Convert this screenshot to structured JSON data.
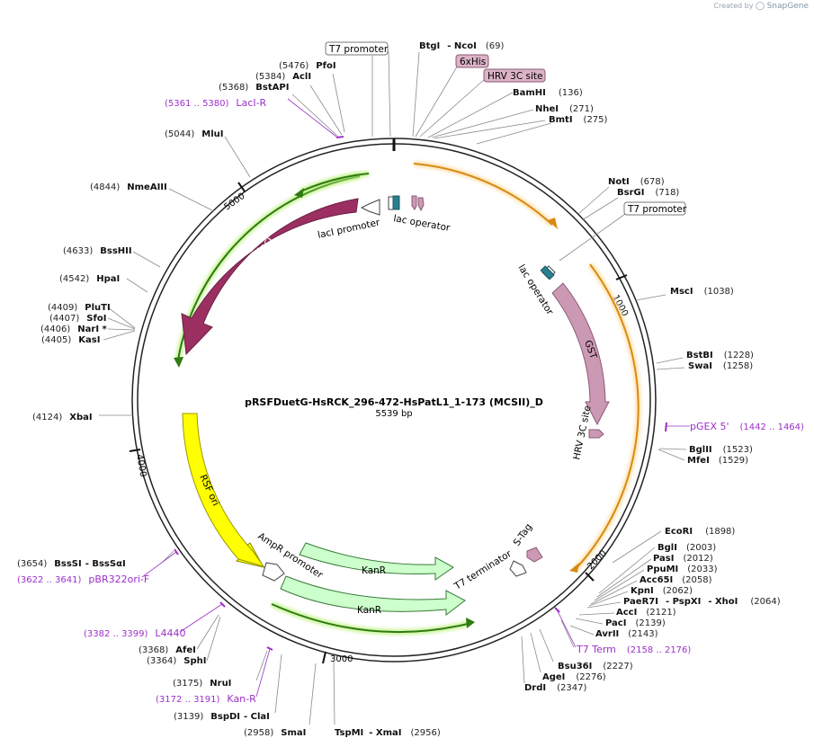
{
  "brand": {
    "created_by": "Created by",
    "name": "SnapGene"
  },
  "map": {
    "title": "pRSFDuetG-HsRCK_296-472-HsPatL1_1-173 (MCSII)_D",
    "size_label": "5539 bp",
    "ticks": [
      "1000",
      "2000",
      "3000",
      "4000",
      "5000"
    ]
  },
  "sites": [
    {
      "id": "pfoi",
      "name": "PfoI",
      "pos": "(5476)"
    },
    {
      "id": "acli",
      "name": "AclI",
      "pos": "(5384)"
    },
    {
      "id": "bstapi",
      "name": "BstAPI",
      "pos": "(5368)"
    },
    {
      "id": "mlui",
      "name": "MluI",
      "pos": "(5044)"
    },
    {
      "id": "nmeaiii",
      "name": "NmeAIII",
      "pos": "(4844)"
    },
    {
      "id": "bsshii",
      "name": "BssHII",
      "pos": "(4633)"
    },
    {
      "id": "hpai",
      "name": "HpaI",
      "pos": "(4542)"
    },
    {
      "id": "pluti",
      "name": "PluTI",
      "pos": "(4409)"
    },
    {
      "id": "sfoi",
      "name": "SfoI",
      "pos": "(4407)"
    },
    {
      "id": "nari",
      "name": "NarI *",
      "pos": "(4406)"
    },
    {
      "id": "kasi",
      "name": "KasI",
      "pos": "(4405)"
    },
    {
      "id": "xbai",
      "name": "XbaI",
      "pos": "(4124)"
    },
    {
      "id": "bsssi",
      "name": "BssSI",
      "name2": "- BssSαI",
      "pos": "(3654)"
    },
    {
      "id": "afei",
      "name": "AfeI",
      "pos": "(3368)"
    },
    {
      "id": "sphi",
      "name": "SphI",
      "pos": "(3364)"
    },
    {
      "id": "nrui",
      "name": "NruI",
      "pos": "(3175)"
    },
    {
      "id": "bspdi",
      "name": "BspDI",
      "name2": "- ClaI",
      "pos": "(3139)"
    },
    {
      "id": "smai",
      "name": "SmaI",
      "pos": "(2958)"
    },
    {
      "id": "tspmi",
      "name": "TspMI",
      "name2": "- XmaI",
      "pos": "(2956)"
    },
    {
      "id": "btgi",
      "name": "BtgI",
      "name2": "- NcoI",
      "pos": "(69)"
    },
    {
      "id": "bamhi",
      "name": "BamHI",
      "pos": "(136)"
    },
    {
      "id": "nhei",
      "name": "NheI",
      "pos": "(271)"
    },
    {
      "id": "bmti",
      "name": "BmtI",
      "pos": "(275)"
    },
    {
      "id": "noti",
      "name": "NotI",
      "pos": "(678)"
    },
    {
      "id": "bsrgi",
      "name": "BsrGI",
      "pos": "(718)"
    },
    {
      "id": "msci",
      "name": "MscI",
      "pos": "(1038)"
    },
    {
      "id": "bstbi",
      "name": "BstBI",
      "pos": "(1228)"
    },
    {
      "id": "swai",
      "name": "SwaI",
      "pos": "(1258)"
    },
    {
      "id": "bglii",
      "name": "BglII",
      "pos": "(1523)"
    },
    {
      "id": "mfei",
      "name": "MfeI",
      "pos": "(1529)"
    },
    {
      "id": "ecori",
      "name": "EcoRI",
      "pos": "(1898)"
    },
    {
      "id": "bgli",
      "name": "BglI",
      "pos": "(2003)"
    },
    {
      "id": "pasi",
      "name": "PasI",
      "pos": "(2012)"
    },
    {
      "id": "ppumi",
      "name": "PpuMI",
      "pos": "(2033)"
    },
    {
      "id": "acc65i",
      "name": "Acc65I",
      "pos": "(2058)"
    },
    {
      "id": "kpni",
      "name": "KpnI",
      "pos": "(2062)"
    },
    {
      "id": "paer7i",
      "name": "PaeR7I",
      "name2": "- PspXI",
      "name3": "- XhoI",
      "pos": "(2064)"
    },
    {
      "id": "acci",
      "name": "AccI",
      "pos": "(2121)"
    },
    {
      "id": "paci",
      "name": "PacI",
      "pos": "(2139)"
    },
    {
      "id": "avrii",
      "name": "AvrII",
      "pos": "(2143)"
    },
    {
      "id": "bsu36i",
      "name": "Bsu36I",
      "pos": "(2227)"
    },
    {
      "id": "agei",
      "name": "AgeI",
      "pos": "(2276)"
    },
    {
      "id": "drdi",
      "name": "DrdI",
      "pos": "(2347)"
    }
  ],
  "primers": [
    {
      "id": "laci-r",
      "range": "(5361 .. 5380)",
      "name": "LacI-R"
    },
    {
      "id": "pgex5",
      "range": "(1442 .. 1464)",
      "name": "pGEX 5'"
    },
    {
      "id": "t7term",
      "range": "(2158 .. 2176)",
      "name": "T7 Term"
    },
    {
      "id": "pbr322",
      "range": "(3622 .. 3641)",
      "name": "pBR322ori-F"
    },
    {
      "id": "l4440",
      "range": "(3382 .. 3399)",
      "name": "L4440"
    },
    {
      "id": "kanr-p",
      "range": "(3172 .. 3191)",
      "name": "Kan-R"
    }
  ],
  "boxed_labels": {
    "t7_promoter_top": "T7 promoter",
    "sixhis": "6xHis",
    "hrv_top": "HRV 3C site",
    "t7_promoter_right": "T7 promoter"
  },
  "features": {
    "lac_operator_top": "lac operator",
    "laci_promoter": "lacI promoter",
    "laci": "lacI",
    "lac_operator_right": "lac operator",
    "gst": "GST",
    "hrv_inner": "HRV 3C site",
    "rsf_ori": "RSF ori",
    "ampr_promoter": "AmpR promoter",
    "kanr_1": "KanR",
    "kanr_2": "KanR",
    "t7_terminator": "T7 terminator",
    "s_tag": "S-Tag"
  },
  "colors": {
    "backbone": "#222222",
    "laci_fill": "#9b2f62",
    "gst_fill": "#cc99b4",
    "ori_fill": "#ffff00",
    "kanr_fill": "#ccffcc",
    "green_track": "#2f7a12",
    "orange_track": "#d88a15",
    "primer": "#9b30c8",
    "operator": "#2a7f8f"
  }
}
